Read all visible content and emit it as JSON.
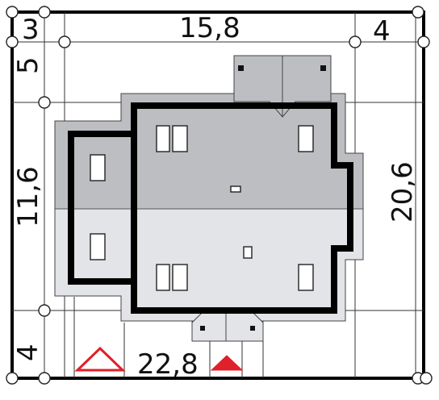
{
  "dimensions": {
    "top_left": "3",
    "top_main": "15,8",
    "top_right": "4",
    "left_upper": "5",
    "left_main": "11,6",
    "left_lower": "4",
    "right_main": "20,6",
    "bottom_main": "22,8"
  },
  "colors": {
    "roof_dark": "#bcbec1",
    "roof_light": "#e2e4e7",
    "wall": "#000000",
    "marker_outline": "#e0202a",
    "marker_fill": "#e0202a"
  },
  "icons": {
    "entrance_marker_outline": "triangle-outline-icon",
    "entrance_marker_filled": "triangle-filled-icon"
  }
}
